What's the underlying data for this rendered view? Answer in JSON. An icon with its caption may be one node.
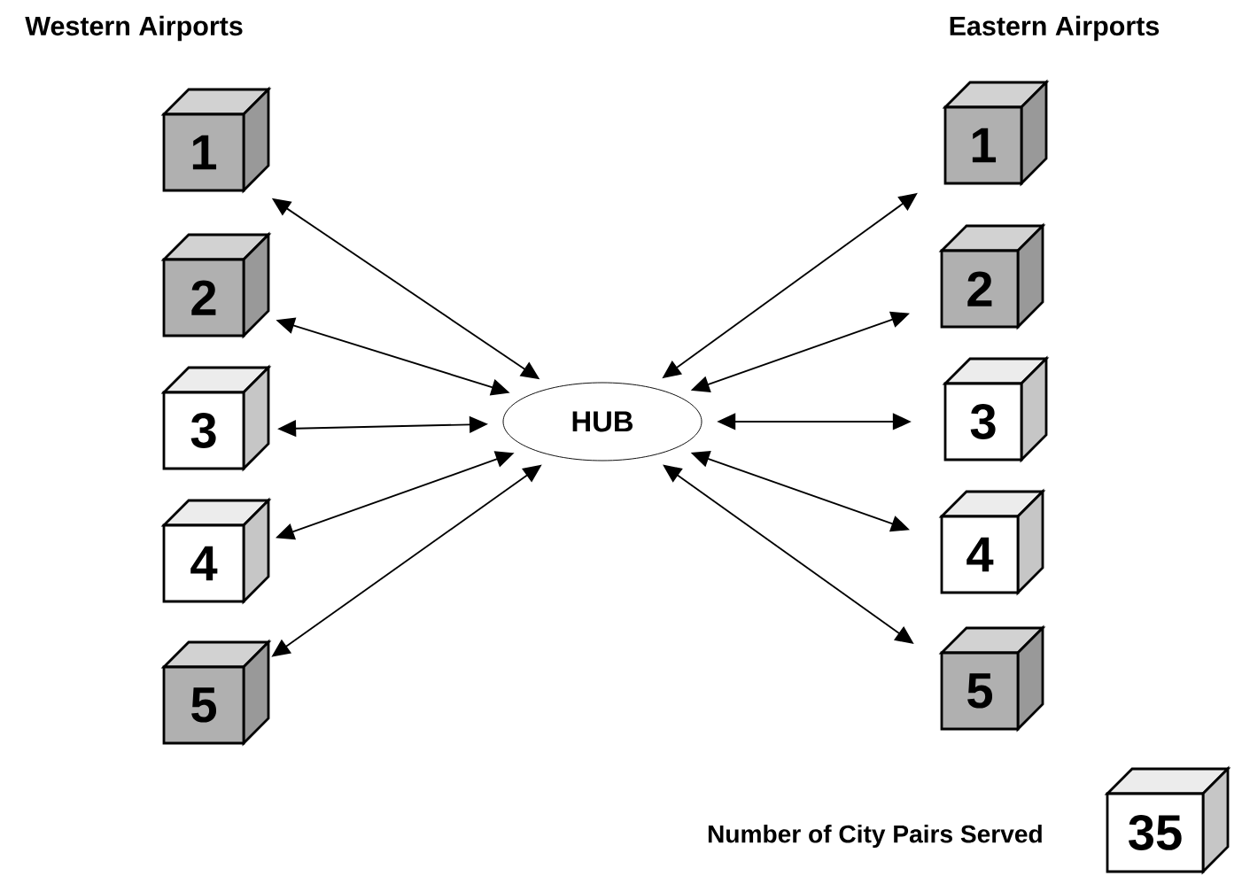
{
  "diagram": {
    "nodes": [
      {
        "text": [
          "HUB"
        ]
      },
      {
        "text": [
          "1"
        ]
      },
      {
        "text": [
          "2"
        ]
      },
      {
        "text": [
          "3"
        ]
      },
      {
        "text": [
          "4"
        ]
      },
      {
        "text": [
          "5"
        ]
      },
      {
        "text": [
          "1"
        ]
      },
      {
        "text": [
          "2"
        ]
      },
      {
        "text": [
          "3"
        ]
      },
      {
        "text": [
          "4"
        ]
      },
      {
        "text": [
          "5"
        ]
      },
      {
        "text": [
          "35"
        ],
        "beside": [
          "Number of City Pairs Served"
        ]
      }
    ],
    "edges": [
      {
        "from": 1,
        "to": 0,
        "arrow": "both"
      },
      {
        "from": 2,
        "to": 0,
        "arrow": "both"
      },
      {
        "from": 3,
        "to": 0,
        "arrow": "both"
      },
      {
        "from": 4,
        "to": 0,
        "arrow": "both"
      },
      {
        "from": 5,
        "to": 0,
        "arrow": "both"
      },
      {
        "from": 0,
        "to": 6,
        "arrow": "both"
      },
      {
        "from": 0,
        "to": 7,
        "arrow": "both"
      },
      {
        "from": 0,
        "to": 8,
        "arrow": "both"
      },
      {
        "from": 0,
        "to": 9,
        "arrow": "both"
      },
      {
        "from": 0,
        "to": 10,
        "arrow": "both"
      }
    ],
    "labels": [
      "Western Airports",
      "Eastern Airports"
    ]
  }
}
